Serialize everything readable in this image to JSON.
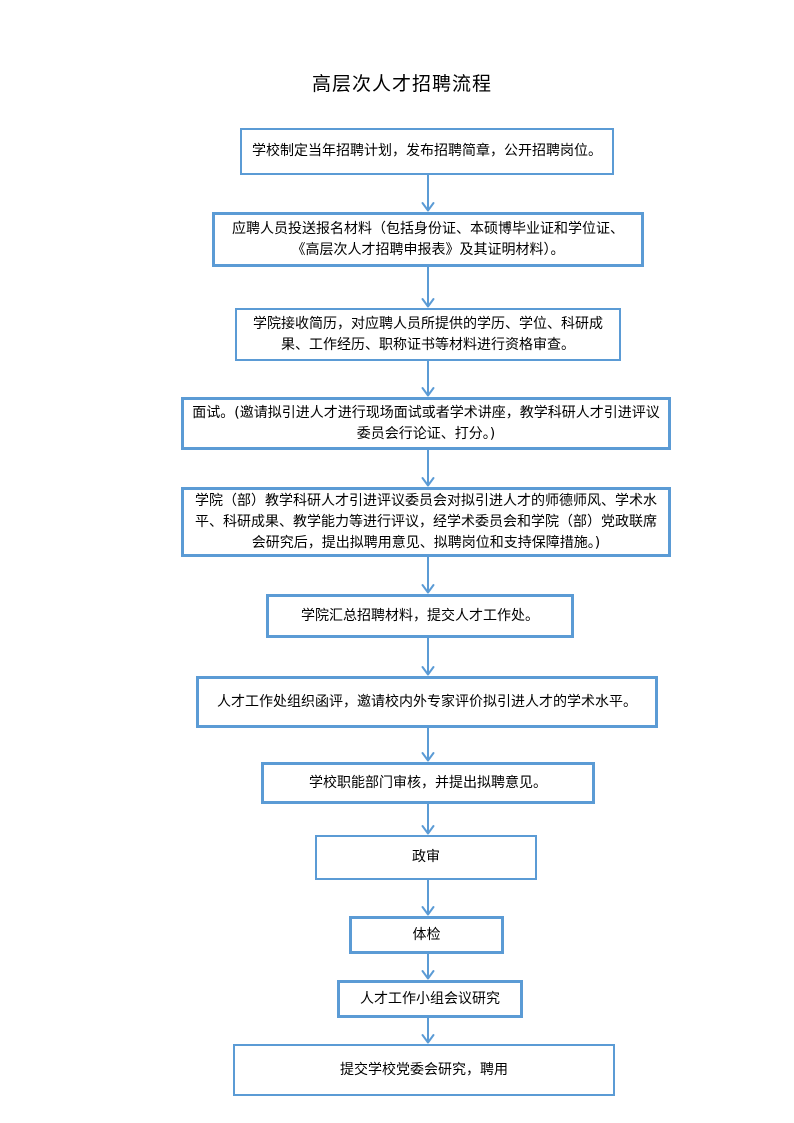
{
  "title": "高层次人才招聘流程",
  "colors": {
    "accent": "#5B9BD5",
    "text": "#000000",
    "background": "#FFFFFF"
  },
  "flow": {
    "steps": [
      {
        "id": 1,
        "text": "学校制定当年招聘计划，发布招聘简章，公开招聘岗位。"
      },
      {
        "id": 2,
        "text": "应聘人员投送报名材料（包括身份证、本硕博毕业证和学位证、《高层次人才招聘申报表》及其证明材料）。"
      },
      {
        "id": 3,
        "text": "学院接收简历，对应聘人员所提供的学历、学位、科研成果、工作经历、职称证书等材料进行资格审查。"
      },
      {
        "id": 4,
        "text": "面试。(邀请拟引进人才进行现场面试或者学术讲座，教学科研人才引进评议委员会行论证、打分。)"
      },
      {
        "id": 5,
        "text": "学院（部）教学科研人才引进评议委员会对拟引进人才的师德师风、学术水平、科研成果、教学能力等进行评议，经学术委员会和学院（部）党政联席会研究后，提出拟聘用意见、拟聘岗位和支持保障措施。)"
      },
      {
        "id": 6,
        "text": "学院汇总招聘材料，提交人才工作处。"
      },
      {
        "id": 7,
        "text": "人才工作处组织函评，邀请校内外专家评价拟引进人才的学术水平。"
      },
      {
        "id": 8,
        "text": "学校职能部门审核，并提出拟聘意见。"
      },
      {
        "id": 9,
        "text": "政审"
      },
      {
        "id": 10,
        "text": "体检"
      },
      {
        "id": 11,
        "text": "人才工作小组会议研究"
      },
      {
        "id": 12,
        "text": "提交学校党委会研究，聘用"
      }
    ]
  }
}
